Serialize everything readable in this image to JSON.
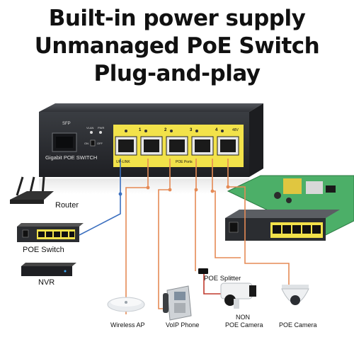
{
  "headline": {
    "line1": "Built-in power supply",
    "line2": "Unmanaged PoE Switch",
    "line3": "Plug-and-play"
  },
  "switch_panel": {
    "sfp_label": "SFP",
    "model_label": "Gigabit POE SWITCH",
    "vlan_label": "VLAN",
    "pwr_label": "PWR",
    "on_label": "ON",
    "off_label": "OFF",
    "uplink_label": "UP-LINK",
    "poe_ports_label": "POE Ports",
    "port_numbers": [
      "1",
      "2",
      "3",
      "4"
    ],
    "voltage_label": "48V"
  },
  "devices": {
    "router": "Router",
    "poe_switch": "POE Switch",
    "nvr": "NVR",
    "poe_splitter": "POE Splitter",
    "wireless_ap": "Wireless AP",
    "voip_phone": "VoIP Phone",
    "non_poe_camera_line1": "NON",
    "non_poe_camera_line2": "POE Camera",
    "poe_camera": "POE Camera"
  },
  "colors": {
    "headline": "#111111",
    "panel_yellow": "#f2e24a",
    "switch_body": "#2b2d31",
    "cable_blue": "#3b6fbf",
    "cable_orange": "#e58a55",
    "cable_red": "#c0392b"
  }
}
